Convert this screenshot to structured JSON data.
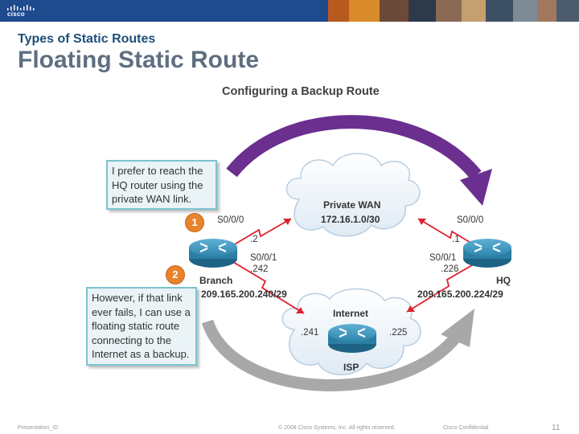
{
  "header": {
    "logo": "cisco"
  },
  "subtitle": "Types of Static Routes",
  "title": "Floating Static Route",
  "diagram": {
    "title": "Configuring a Backup Route",
    "callout1": {
      "number": "1",
      "text": "I prefer to reach the HQ router using the private WAN link."
    },
    "callout2": {
      "number": "2",
      "text": "However, if that link ever fails, I can use a floating static route connecting to the Internet as a backup."
    },
    "private_wan": {
      "name": "Private WAN",
      "network": "172.16.1.0/30"
    },
    "internet": {
      "name": "Internet"
    },
    "branch": {
      "name": "Branch",
      "s000": "S0/0/0",
      "s000_ip": ".2",
      "s001": "S0/0/1",
      "s001_ip": ".242",
      "network": "209.165.200.240/29"
    },
    "hq": {
      "name": "HQ",
      "s000": "S0/0/0",
      "s000_ip": ".1",
      "s001": "S0/0/1",
      "s001_ip": ".226",
      "network": "209.165.200.224/29"
    },
    "isp": {
      "name": "ISP",
      "left_ip": ".241",
      "right_ip": ".225"
    },
    "colors": {
      "purple_arrow": "#6a2f8f",
      "gray_arrow": "#a8a8a8",
      "router": "#2b7da3",
      "callout_border": "#7cc3cf",
      "link": "#e0202c"
    }
  },
  "footer": {
    "left": "Presentation_ID",
    "center": "© 2008 Cisco Systems, Inc. All rights reserved.",
    "right": "Cisco Confidential",
    "page": "11"
  }
}
